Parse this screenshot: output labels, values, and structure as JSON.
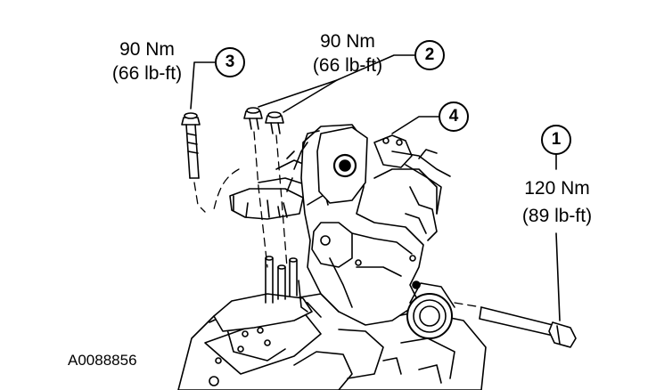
{
  "callouts": [
    {
      "number": "1",
      "torque_nm": "120 Nm",
      "torque_lbft": "(89 lb-ft)"
    },
    {
      "number": "2",
      "torque_nm": "90 Nm",
      "torque_lbft": "(66 lb-ft)"
    },
    {
      "number": "3",
      "torque_nm": "90 Nm",
      "torque_lbft": "(66 lb-ft)"
    },
    {
      "number": "4"
    }
  ],
  "figure_id": "A0088856",
  "colors": {
    "line": "#000000",
    "background": "#ffffff"
  }
}
